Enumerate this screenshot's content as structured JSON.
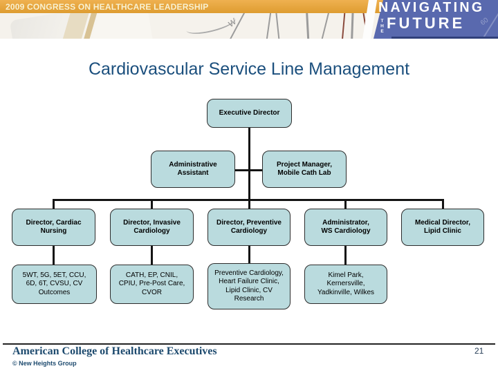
{
  "header": {
    "congress_title": "2009 CONGRESS ON HEALTHCARE LEADERSHIP",
    "brand": {
      "line1": "NAVIGATING",
      "the": "THE",
      "line2": "FUTURE"
    },
    "colors": {
      "band_orange": "#E8A43E",
      "brand_blue": "#5969AE"
    }
  },
  "slide": {
    "title": "Cardiovascular Service Line Management"
  },
  "org_chart": {
    "box_fill": "#BADBDE",
    "level1": "Executive Director",
    "level2": [
      "Administrative\nAssistant",
      "Project Manager,\nMobile Cath Lab"
    ],
    "level3": [
      "Director, Cardiac\nNursing",
      "Director, Invasive\nCardiology",
      "Director, Preventive\nCardiology",
      "Administrator,\nWS Cardiology",
      "Medical Director,\nLipid Clinic"
    ],
    "level4": [
      "5WT, 5G, 5ET, CCU,\n6D, 6T, CVSU, CV\nOutcomes",
      "CATH, EP, CNIL,\nCPIU, Pre-Post Care,\nCVOR",
      "Preventive Cardiology,\nHeart Failure Clinic,\nLipid Clinic, CV\nResearch",
      "Kimel Park,\nKernersville,\nYadkinville, Wilkes"
    ]
  },
  "footer": {
    "organization": "American College of Healthcare Executives",
    "credit": "© New Heights Group",
    "page_number": "21"
  }
}
